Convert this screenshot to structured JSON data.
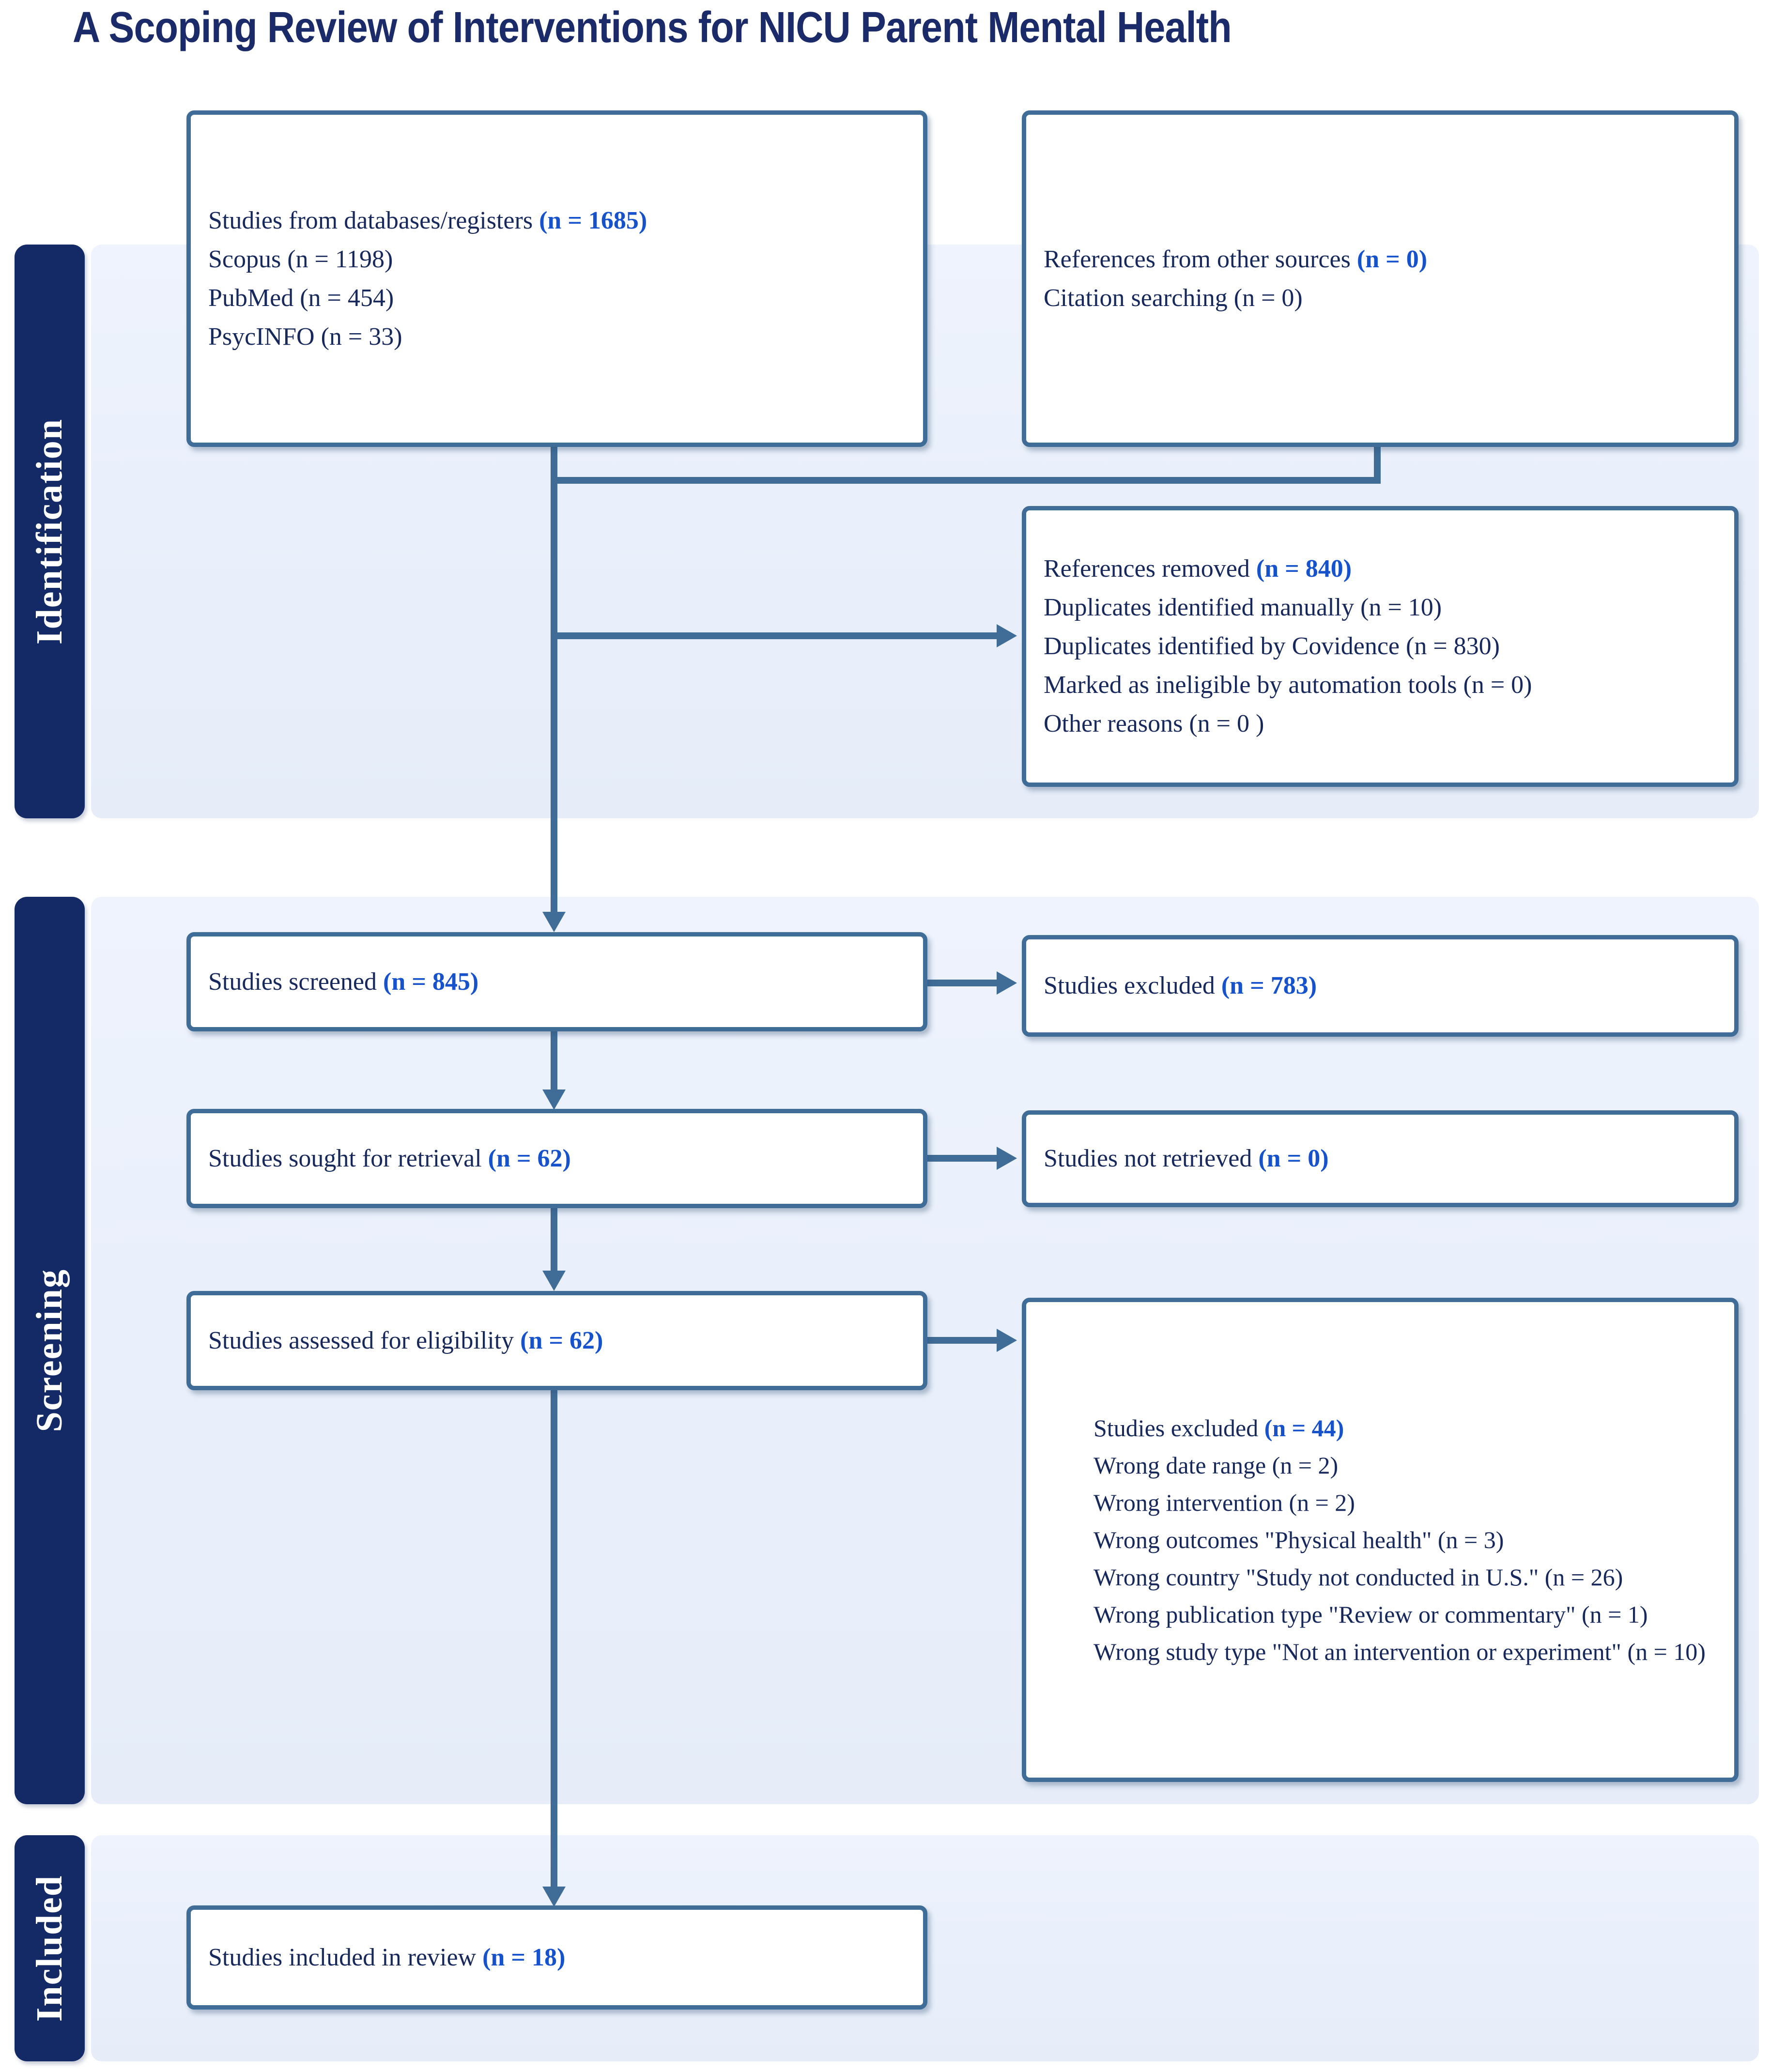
{
  "title": "A Scoping Review of Interventions for NICU Parent Mental Health",
  "sections": {
    "identification": {
      "label": "Identification"
    },
    "screening": {
      "label": "Screening"
    },
    "included": {
      "label": "Included"
    }
  },
  "boxes": {
    "databases": {
      "label": "Studies from databases/registers ",
      "count": "(n = 1685)",
      "lines": [
        "Scopus (n = 1198)",
        "PubMed (n = 454)",
        "PsycINFO (n = 33)"
      ]
    },
    "other_sources": {
      "label": "References from other sources ",
      "count": "(n = 0)",
      "lines": [
        "Citation searching (n = 0)"
      ]
    },
    "references_removed": {
      "label": "References removed ",
      "count": "(n = 840)",
      "lines": [
        "Duplicates identified manually (n = 10)",
        "Duplicates identified by Covidence (n = 830)",
        "Marked as ineligible by automation tools (n = 0)",
        "Other reasons (n = 0 )"
      ]
    },
    "screened": {
      "label": "Studies screened ",
      "count": "(n = 845)"
    },
    "excluded_screening": {
      "label": "Studies excluded ",
      "count": "(n = 783)"
    },
    "sought": {
      "label": "Studies sought for retrieval ",
      "count": "(n = 62)"
    },
    "not_retrieved": {
      "label": "Studies not retrieved ",
      "count": "(n = 0)"
    },
    "assessed": {
      "label": "Studies assessed for eligibility ",
      "count": "(n = 62)"
    },
    "excluded_eligibility": {
      "label": "Studies excluded ",
      "count": "(n = 44)",
      "lines": [
        "Wrong date range (n = 2)",
        "Wrong intervention (n = 2)",
        "Wrong outcomes \"Physical health\" (n = 3)",
        "Wrong country \"Study not conducted in U.S.\" (n = 26)",
        "Wrong publication type \"Review or commentary\" (n = 1)",
        "Wrong study type \"Not an intervention or experiment\" (n = 10)"
      ]
    },
    "included_review": {
      "label": "Studies included in review ",
      "count": "(n = 18)"
    }
  },
  "colors": {
    "navy-text": "#17295c",
    "count-blue": "#1552cb",
    "steel": "#3f6d98",
    "panel-bg": "#eaf0fb",
    "bar-bg": "#142a66",
    "title-color": "#1b2a68",
    "box-bg": "#ffffff"
  }
}
